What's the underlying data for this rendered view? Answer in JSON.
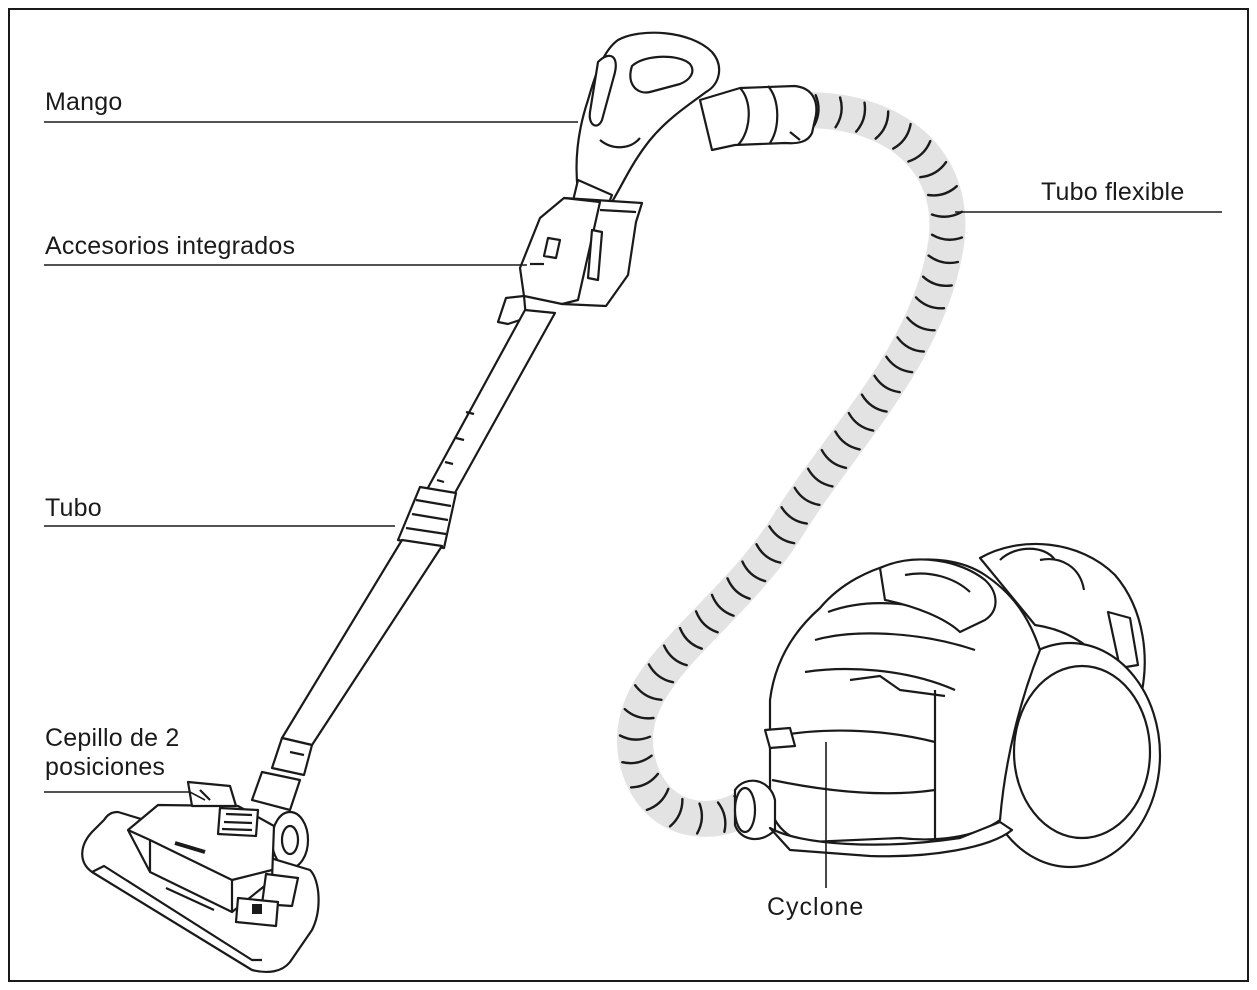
{
  "labels": {
    "handle": "Mango",
    "accessories": "Accesorios integrados",
    "tube": "Tubo",
    "brush_line1": "Cepillo de 2",
    "brush_line2": "posiciones",
    "flex_hose": "Tubo flexible",
    "cyclone": "Cyclone"
  },
  "colors": {
    "line": "#1a1a1a",
    "hose_fill": "#e3e3e3",
    "background": "#ffffff"
  }
}
